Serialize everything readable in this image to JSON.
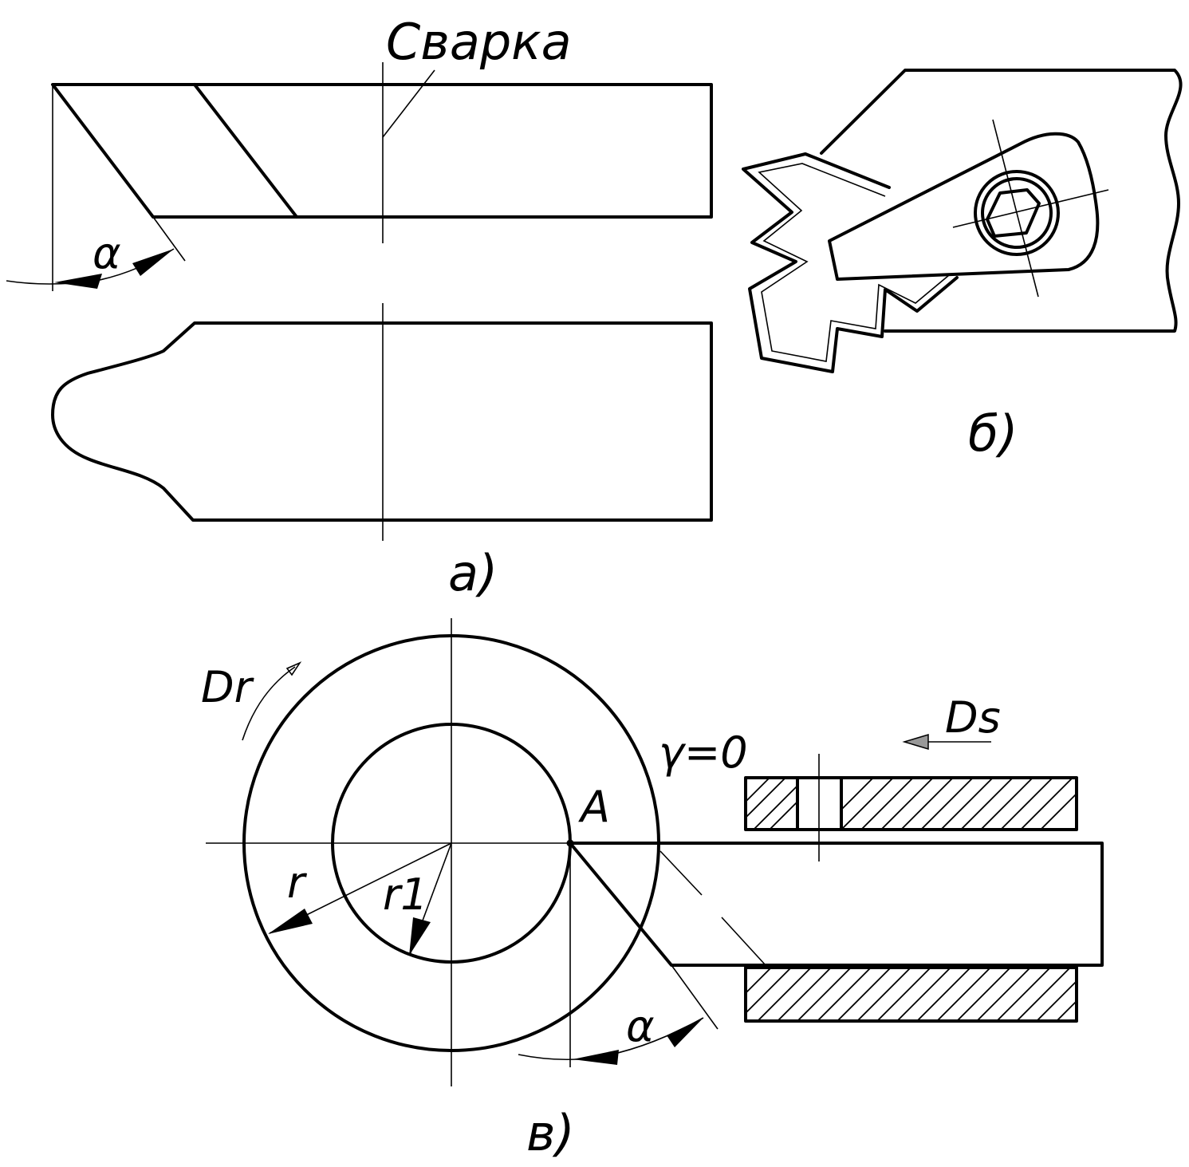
{
  "labels": {
    "weld": "Сварка",
    "alpha_top": "α",
    "fig_a": "а)",
    "fig_b": "б)",
    "fig_v": "в)",
    "dr": "Dr",
    "ds": "Ds",
    "gamma": "γ=0",
    "point_a": "A",
    "r": "r",
    "r1": "r1",
    "alpha_bottom": "α"
  }
}
